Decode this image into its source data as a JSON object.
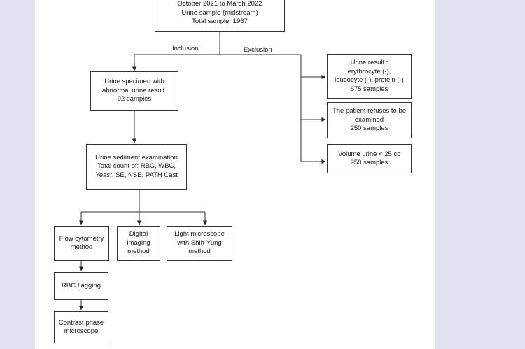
{
  "diagram": {
    "top": {
      "lines": [
        "October 2021 to March 2022",
        "Urine sample (midstream)",
        "Total sample :1967"
      ]
    },
    "branch_labels": {
      "inclusion": "Inclusion",
      "exclusion": "Exclusion"
    },
    "abnormal": {
      "lines": [
        "Urine specimen with",
        "abnormal urine result.",
        "92 samples"
      ]
    },
    "sediment": {
      "line1": "Urine sediment examination",
      "line2": "Total count of: RBC, WBC,",
      "line3_italic": "Yeast",
      "line3_rest": ", SE, NSE, PATH Cast"
    },
    "excl_result": {
      "lines": [
        "Urine result :",
        "erythrocyte (-),",
        "leucocyte (-), protein (-)",
        "675 samples"
      ]
    },
    "excl_refuse": {
      "lines": [
        "The patient refuses to be",
        "examined",
        "250 samples"
      ]
    },
    "excl_volume": {
      "lines": [
        "Volume urine < 25 cc",
        "950 samples"
      ]
    },
    "flow": {
      "lines": [
        "Flow cytometry",
        "method"
      ]
    },
    "digital": {
      "lines": [
        "Digital",
        "imaging",
        "method"
      ]
    },
    "light": {
      "lines": [
        "Light microscope",
        "with Shih-Yung",
        "method"
      ]
    },
    "rbc_flag": {
      "lines": [
        "RBC flagging"
      ]
    },
    "contrast": {
      "lines": [
        "Contrast phase",
        "microscope"
      ]
    }
  }
}
